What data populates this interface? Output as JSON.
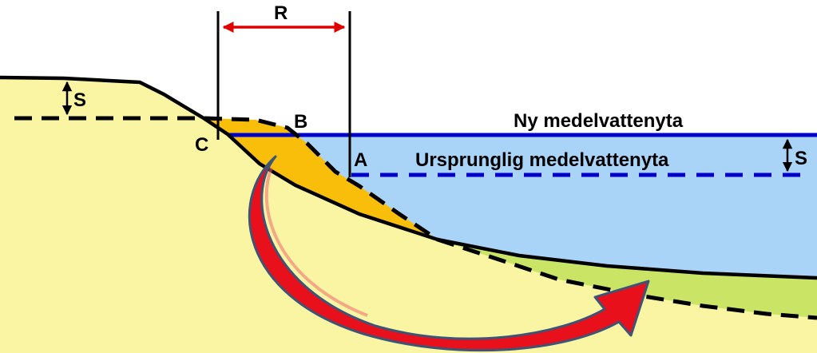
{
  "labels": {
    "R": "R",
    "S_left": "S",
    "S_right": "S",
    "B": "B",
    "C": "C",
    "A": "A",
    "new_level": "Ny medelvattenyta",
    "original_level": "Ursprunglig medelvattenyta"
  },
  "colors": {
    "sand": "#FAF5A2",
    "water": "#A9D3F7",
    "eroded": "#F8BE0A",
    "deposited": "#CAE466",
    "water_line": "#0000CC",
    "arrow_red": "#E8101A",
    "arrow_edge": "#3C5577",
    "r_arrow": "#E00000"
  }
}
